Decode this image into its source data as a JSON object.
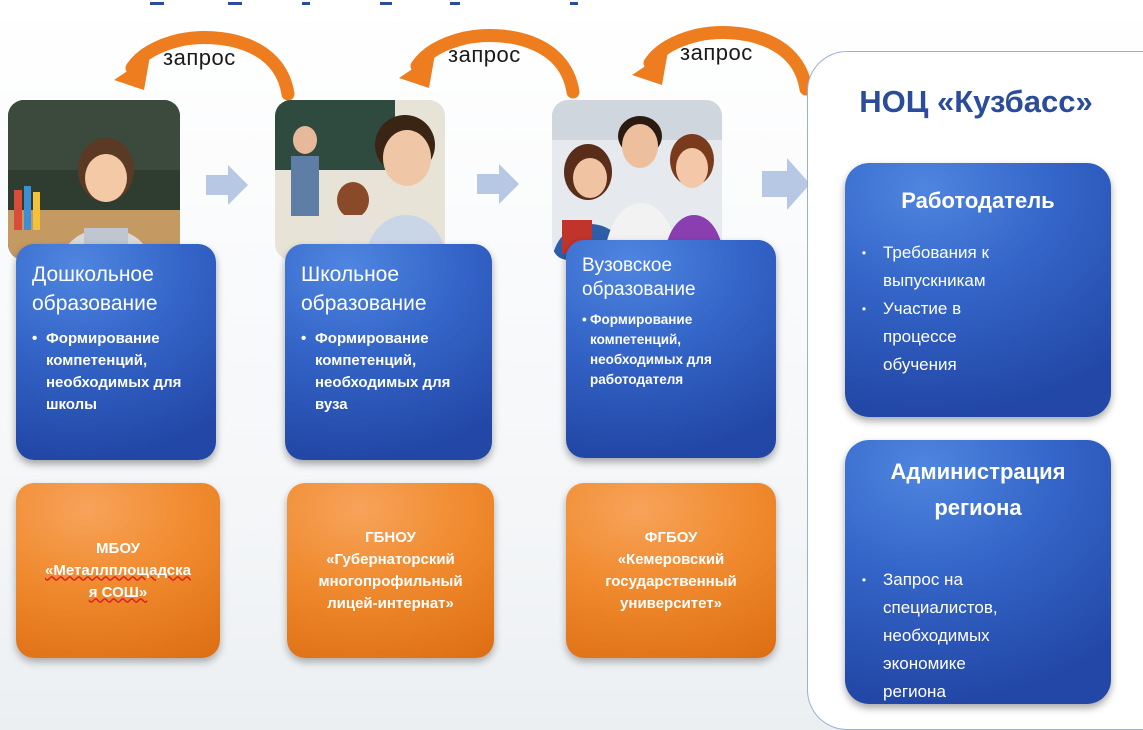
{
  "arrows": {
    "request_label": "запрос",
    "colors": {
      "request": "#ee7d1f",
      "flow": "#b7c8e4"
    }
  },
  "stages": [
    {
      "title": "Дошкольное образование",
      "bullet": "Формирование компетенций, необходимых для школы",
      "org": {
        "line1": "МБОУ",
        "line2": "«Металлплощадская СОШ»"
      }
    },
    {
      "title": "Школьное образование",
      "bullet": "Формирование компетенций, необходимых для вуза",
      "org": {
        "line1": "ГБНОУ",
        "line2": "«Губернаторский многопрофильный лицей-интернат»"
      }
    },
    {
      "title": "Вузовское образование",
      "bullet": "Формирование компетенций, необходимых для работодателя",
      "org": {
        "line1": "ФГБОУ",
        "line2": "«Кемеровский государственный университет»"
      }
    }
  ],
  "noc": {
    "title": "НОЦ «Кузбасс»",
    "employer": {
      "title": "Работодатель",
      "bullets": [
        "Требования к выпускникам",
        "Участие в процессе обучения"
      ]
    },
    "administration": {
      "title": "Администрация региона",
      "bullets": [
        "Запрос на специалистов, необходимых экономике региона"
      ]
    }
  },
  "colors": {
    "stage_blue": "#3465c8",
    "org_orange": "#f08a2e",
    "noc_title": "#2b4c9b"
  }
}
